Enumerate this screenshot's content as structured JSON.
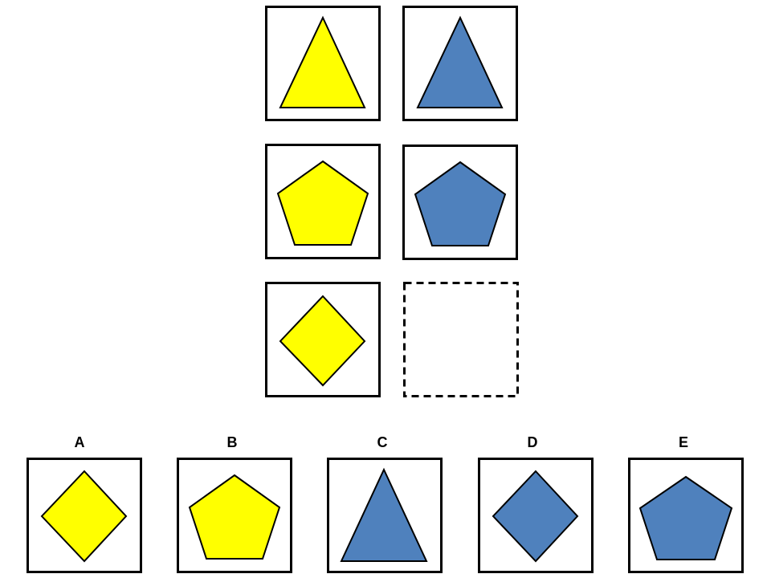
{
  "colors": {
    "yellow": "#FFFF00",
    "blue": "#4F81BD",
    "stroke": "#000000"
  },
  "puzzle": {
    "cells": [
      {
        "shape": "triangle",
        "color": "yellow"
      },
      {
        "shape": "triangle",
        "color": "blue"
      },
      {
        "shape": "pentagon",
        "color": "yellow"
      },
      {
        "shape": "pentagon",
        "color": "blue"
      },
      {
        "shape": "diamond",
        "color": "yellow"
      },
      {
        "shape": "missing",
        "color": ""
      }
    ]
  },
  "options": [
    {
      "label": "A",
      "shape": "diamond",
      "color": "yellow"
    },
    {
      "label": "B",
      "shape": "pentagon",
      "color": "yellow"
    },
    {
      "label": "C",
      "shape": "triangle",
      "color": "blue"
    },
    {
      "label": "D",
      "shape": "diamond",
      "color": "blue"
    },
    {
      "label": "E",
      "shape": "pentagon",
      "color": "blue"
    }
  ]
}
